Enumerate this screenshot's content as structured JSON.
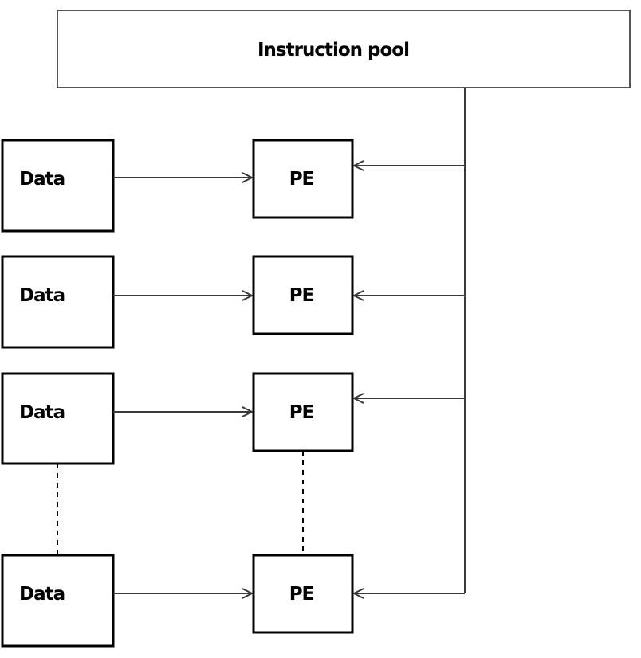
{
  "pool": {
    "label": "Instruction pool"
  },
  "rows": [
    {
      "data_label": "Data",
      "pe_label": "PE"
    },
    {
      "data_label": "Data",
      "pe_label": "PE"
    },
    {
      "data_label": "Data",
      "pe_label": "PE"
    },
    {
      "data_label": "Data",
      "pe_label": "PE"
    }
  ],
  "colors": {
    "box_border": "#000000",
    "connector": "#3a3a3a",
    "background": "#ffffff"
  }
}
